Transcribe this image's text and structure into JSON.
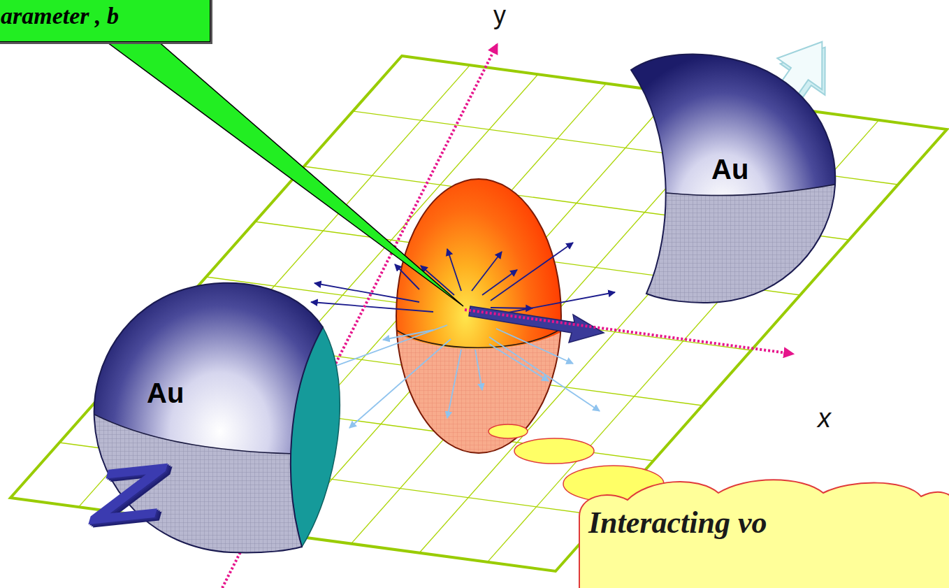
{
  "diagram": {
    "nodes": [
      {
        "text": [
          "arameter , b"
        ]
      },
      {
        "text": [
          "Au"
        ]
      },
      {
        "text": [
          "Au"
        ]
      },
      {
        "text": [
          "Interacting vo"
        ]
      }
    ],
    "labels": [
      "y",
      "x",
      "Z"
    ]
  }
}
